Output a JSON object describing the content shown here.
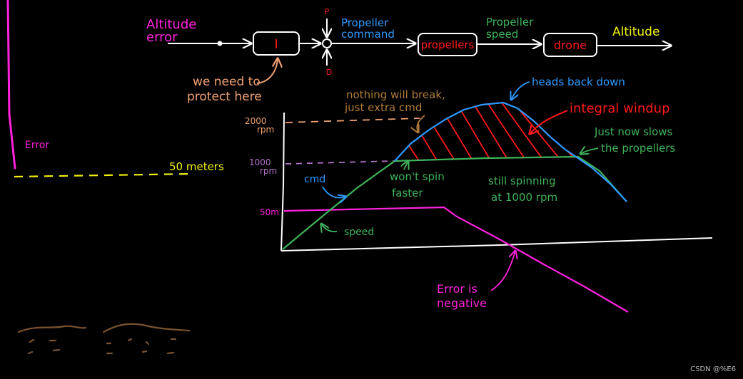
{
  "colors": {
    "background": "#000000",
    "white": "#ffffff",
    "magenta": "#ff22dd",
    "blue": "#2f9bff",
    "green": "#3fb35a",
    "red": "#ff1a1a",
    "yellow": "#f2f20a",
    "orange": "#f0a070",
    "brown_text": "#b07a3a",
    "purple": "#b070c8",
    "ground": "#7a5230"
  },
  "block_diagram": {
    "input_label": [
      "Altitude",
      "error"
    ],
    "integrator_label": "I",
    "p_label": "P",
    "d_label": "D",
    "propeller_command_label": [
      "Propeller",
      "command"
    ],
    "propellers_label": "propellers",
    "propeller_speed_label": [
      "Propeller",
      "speed"
    ],
    "drone_label": "drone",
    "output_label": "Altitude",
    "protect_note": [
      "we need to",
      "protect here"
    ]
  },
  "left_panel": {
    "error_label": "Error",
    "setpoint_label": "50 meters"
  },
  "graph": {
    "y_2000_label": [
      "2000",
      "rpm"
    ],
    "y_1000_label": [
      "1000",
      "rpm"
    ],
    "y_50m_label": "50m",
    "cmd_label": "cmd",
    "speed_label": "speed",
    "nothing_break_note": [
      "nothing will break,",
      "just extra cmd"
    ],
    "heads_back_note": "heads back down",
    "integral_windup_note": "integral windup",
    "slows_note": [
      "Just now slows",
      "the propellers"
    ],
    "wont_spin_note": [
      "won't spin",
      "faster"
    ],
    "still_spinning_note": [
      "still spinning",
      "at 1000 rpm"
    ],
    "error_negative_note": [
      "Error is",
      "negative"
    ]
  },
  "watermark": "CSDN @%E6"
}
